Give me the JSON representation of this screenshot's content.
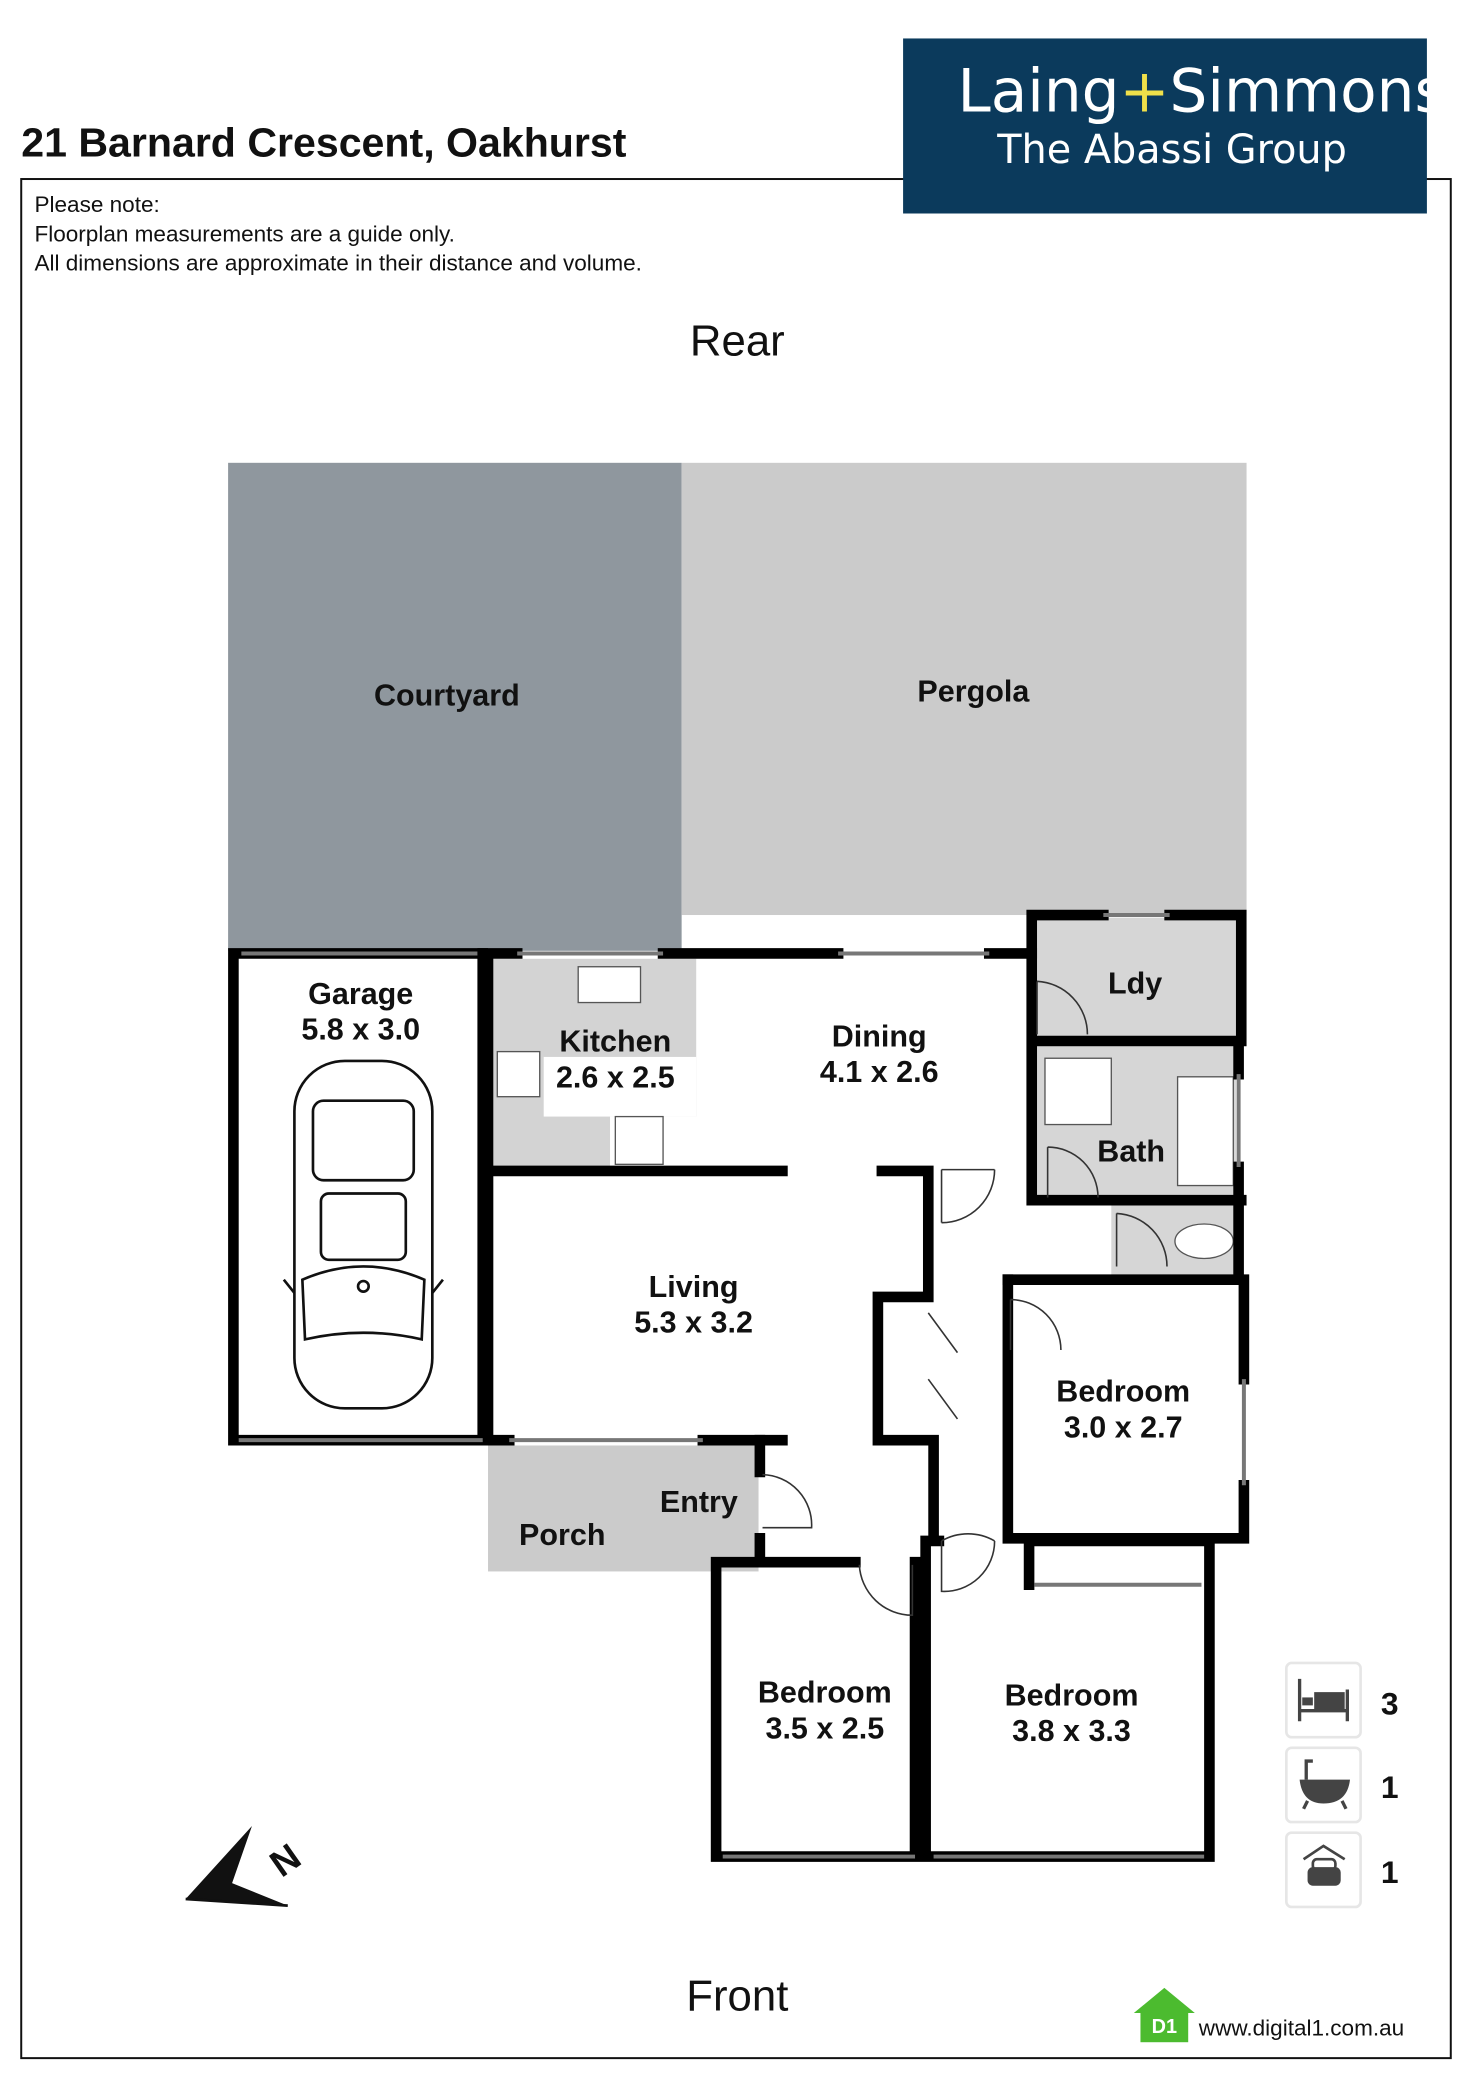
{
  "header": {
    "address": "21 Barnard Crescent, Oakhurst"
  },
  "logo": {
    "brand_left": "Laing",
    "brand_plus": "+",
    "brand_right": "Simmons",
    "subtitle": "The Abassi Group",
    "bg_color": "#0b3a5c"
  },
  "note": {
    "line1": "Please note:",
    "line2": "Floorplan measurements are a guide only.",
    "line3": "All dimensions are approximate in their distance and volume."
  },
  "orientation": {
    "rear": "Rear",
    "front": "Front"
  },
  "rooms": {
    "courtyard": {
      "name": "Courtyard"
    },
    "pergola": {
      "name": "Pergola"
    },
    "garage": {
      "name": "Garage",
      "size": "5.8 x 3.0"
    },
    "kitchen": {
      "name": "Kitchen",
      "size": "2.6 x 2.5"
    },
    "dining": {
      "name": "Dining",
      "size": "4.1 x 2.6"
    },
    "ldy": {
      "name": "Ldy"
    },
    "bath": {
      "name": "Bath"
    },
    "living": {
      "name": "Living",
      "size": "5.3 x 3.2"
    },
    "bedroom_east": {
      "name": "Bedroom",
      "size": "3.0 x 2.7"
    },
    "entry": {
      "name": "Entry"
    },
    "porch": {
      "name": "Porch"
    },
    "bedroom_front_left": {
      "name": "Bedroom",
      "size": "3.5 x 2.5"
    },
    "bedroom_front_right": {
      "name": "Bedroom",
      "size": "3.8 x 3.3"
    }
  },
  "features": {
    "bedrooms": "3",
    "bathrooms": "1",
    "car_spaces": "1"
  },
  "compass": {
    "label": "N"
  },
  "footer": {
    "logo_text": "D1",
    "url": "www.digital1.com.au"
  }
}
